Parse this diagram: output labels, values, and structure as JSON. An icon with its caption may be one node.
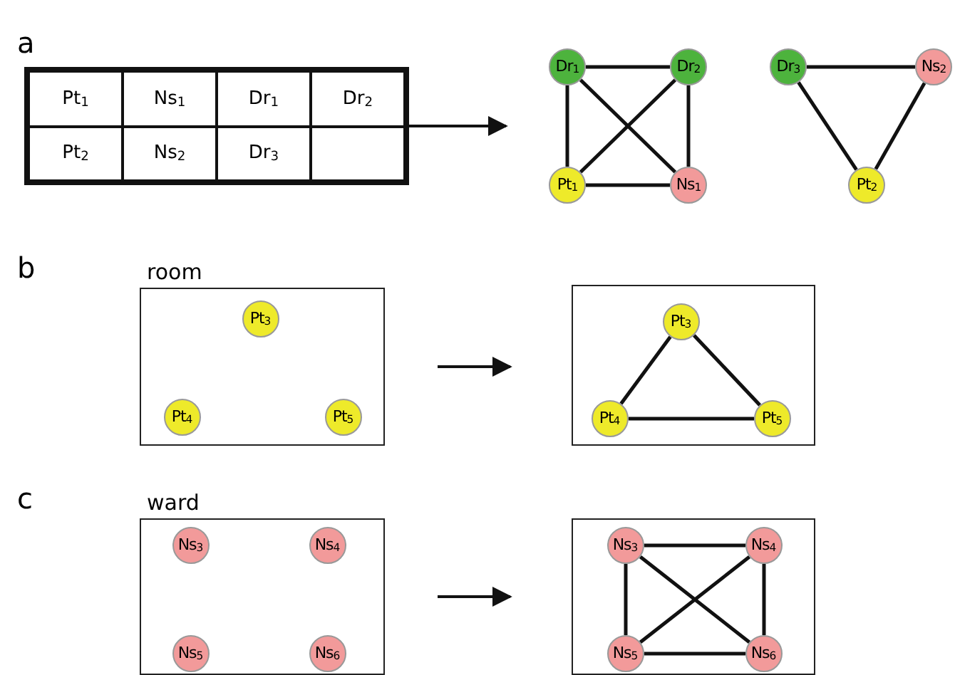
{
  "diagram": {
    "nodes": [
      {
        "text": [
          "Pt$_{1}$",
          "Ns$_{1}$",
          "Dr$_{1}$",
          "Dr$_{2}$",
          "Pt$_{2}$",
          "Ns$_{2}$",
          "Dr$_{3}$"
        ]
      },
      {
        "text": [
          "Dr$_{1}$"
        ]
      },
      {
        "text": [
          "Dr$_{2}$"
        ]
      },
      {
        "text": [
          "Pt$_{1}$"
        ]
      },
      {
        "text": [
          "Ns$_{1}$"
        ]
      },
      {
        "text": [
          "Dr$_{3}$"
        ]
      },
      {
        "text": [
          "Ns$_{2}$"
        ]
      },
      {
        "text": [
          "Pt$_{2}$"
        ]
      },
      {
        "text": [
          "room"
        ]
      },
      {
        "text": [
          "Pt$_{3}$"
        ],
        "in": 8
      },
      {
        "text": [
          "Pt$_{4}$"
        ],
        "in": 8
      },
      {
        "text": [
          "Pt$_{5}$"
        ],
        "in": 8
      },
      {
        "text": [],
        "shape": "box"
      },
      {
        "text": [
          "Pt$_{3}$"
        ],
        "in": 12
      },
      {
        "text": [
          "Pt$_{4}$"
        ],
        "in": 12
      },
      {
        "text": [
          "Pt$_{5}$"
        ],
        "in": 12
      },
      {
        "text": [
          "ward"
        ]
      },
      {
        "text": [
          "Ns$_{3}$"
        ],
        "in": 16
      },
      {
        "text": [
          "Ns$_{4}$"
        ],
        "in": 16
      },
      {
        "text": [
          "Ns$_{5}$"
        ],
        "in": 16
      },
      {
        "text": [
          "Ns$_{6}$"
        ],
        "in": 16
      },
      {
        "text": [],
        "shape": "box"
      },
      {
        "text": [
          "Ns$_{3}$"
        ],
        "in": 21
      },
      {
        "text": [
          "Ns$_{4}$"
        ],
        "in": 21
      },
      {
        "text": [
          "Ns$_{5}$"
        ],
        "in": 21
      },
      {
        "text": [
          "Ns$_{6}$"
        ],
        "in": 21
      }
    ],
    "edges": [
      {
        "from": 0,
        "to": null,
        "arrow": "to"
      },
      {
        "from": 1,
        "to": 2,
        "arrow": "none"
      },
      {
        "from": 1,
        "to": 3,
        "arrow": "none"
      },
      {
        "from": 1,
        "to": 4,
        "arrow": "none"
      },
      {
        "from": 2,
        "to": 3,
        "arrow": "none"
      },
      {
        "from": 2,
        "to": 4,
        "arrow": "none"
      },
      {
        "from": 3,
        "to": 4,
        "arrow": "none"
      },
      {
        "from": 5,
        "to": 6,
        "arrow": "none"
      },
      {
        "from": 5,
        "to": 7,
        "arrow": "none"
      },
      {
        "from": 6,
        "to": 7,
        "arrow": "none"
      },
      {
        "from": 8,
        "to": 12,
        "arrow": "to"
      },
      {
        "from": 13,
        "to": 14,
        "arrow": "none"
      },
      {
        "from": 13,
        "to": 15,
        "arrow": "none"
      },
      {
        "from": 14,
        "to": 15,
        "arrow": "none"
      },
      {
        "from": 16,
        "to": 21,
        "arrow": "to"
      },
      {
        "from": 22,
        "to": 23,
        "arrow": "none"
      },
      {
        "from": 22,
        "to": 24,
        "arrow": "none"
      },
      {
        "from": 22,
        "to": 25,
        "arrow": "none"
      },
      {
        "from": 23,
        "to": 24,
        "arrow": "none"
      },
      {
        "from": 23,
        "to": 25,
        "arrow": "none"
      },
      {
        "from": 24,
        "to": 25,
        "arrow": "none"
      }
    ],
    "labels": [
      "a",
      "b",
      "c"
    ]
  }
}
